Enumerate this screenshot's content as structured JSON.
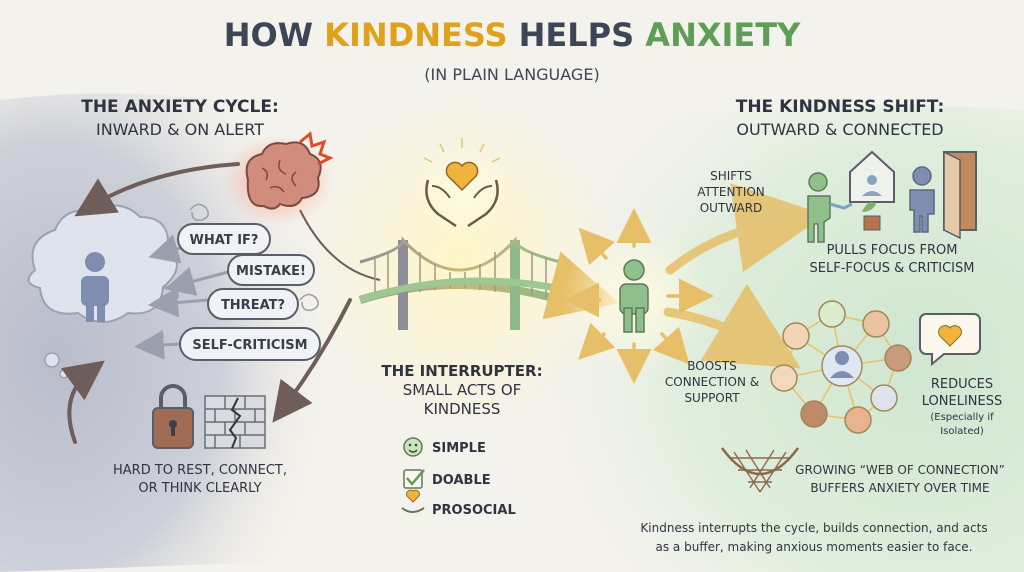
{
  "title": {
    "part1": "HOW ",
    "kindness": "KINDNESS",
    "part2": " HELPS ",
    "anxiety": "ANXIETY"
  },
  "subtitle": "(IN PLAIN LANGUAGE)",
  "anxiety_cycle": {
    "heading": "THE ANXIETY CYCLE:",
    "subheading": "INWARD & ON ALERT",
    "thoughts": [
      "WHAT IF?",
      "MISTAKE!",
      "THREAT?",
      "SELF-CRITICISM"
    ],
    "caption_line1": "HARD TO REST, CONNECT,",
    "caption_line2": "OR THINK CLEARLY"
  },
  "interrupter": {
    "line1": "THE INTERRUPTER:",
    "line2": "SMALL ACTS OF",
    "line3": "KINDNESS",
    "items": [
      "SIMPLE",
      "DOABLE",
      "PROSOCIAL"
    ]
  },
  "kindness_shift": {
    "heading": "THE KINDNESS SHIFT:",
    "subheading": "OUTWARD & CONNECTED",
    "shifts_line1": "SHIFTS",
    "shifts_line2": "ATTENTION",
    "shifts_line3": "OUTWARD",
    "pulls_line1": "PULLS FOCUS FROM",
    "pulls_line2": "SELF-FOCUS & CRITICISM",
    "boosts_line1": "BOOSTS",
    "boosts_line2": "CONNECTION &",
    "boosts_line3": "SUPPORT",
    "reduces_line1": "REDUCES",
    "reduces_line2": "LONELINESS",
    "reduces_note1": "(Especially if",
    "reduces_note2": "Isolated)",
    "web_line1": "GROWING “WEB OF CONNECTION”",
    "web_line2": "BUFFERS ANXIETY OVER TIME"
  },
  "footer": {
    "line1": "Kindness interrupts the cycle, builds connection, and acts",
    "line2": "as a buffer, making anxious moments easier to face."
  },
  "colors": {
    "left_bg": "#c3c7d3",
    "right_bg": "#d6e8d4",
    "bridge": "#8a8e99",
    "arrow_gold": "#e8c470",
    "arrow_dark": "#6b5d57",
    "brain": "#cf8a7a",
    "alarm": "#e24a2b",
    "figure_blue": "#7e8db0",
    "figure_green": "#8fbf8a",
    "heart": "#f1b33c"
  },
  "icons": [
    "brain-icon",
    "alarm-burst-icon",
    "lock-icon",
    "cracked-wall-icon",
    "heart-hands-icon",
    "bridge-icon",
    "smiley-icon",
    "checkbox-icon",
    "heart-hand-icon",
    "watering-icon",
    "house-icon",
    "door-icon",
    "chat-heart-icon",
    "net-icon"
  ]
}
